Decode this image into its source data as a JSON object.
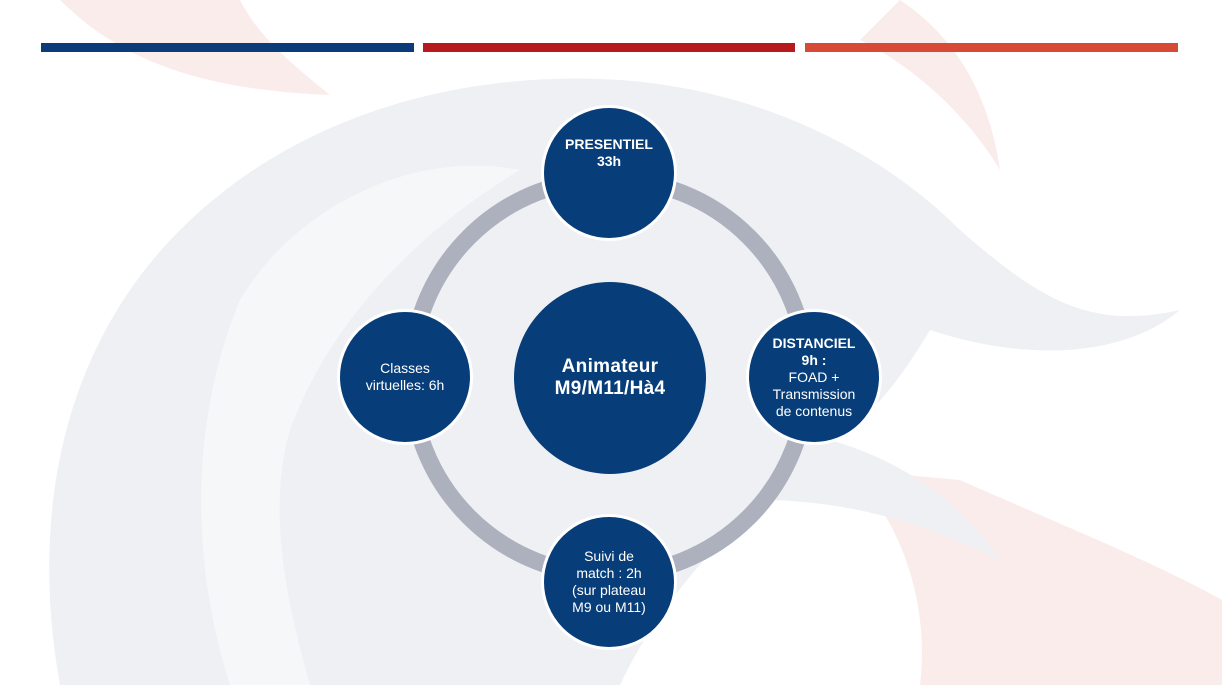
{
  "colors": {
    "node_fill": "#073d78",
    "ring": "#acb1bd",
    "bar_blue": "#0b3b78",
    "bar_red": "#b71a1c",
    "bar_orange": "#d64a36",
    "watermark_grey": "#eef0f4",
    "watermark_red": "#fbecec"
  },
  "header_bars": [
    "blue",
    "red",
    "orange"
  ],
  "diagram": {
    "center": {
      "lines": [
        "Animateur",
        "M9/M11/Hà4"
      ]
    },
    "top": {
      "lines": [
        "PRESENTIEL",
        "33h"
      ]
    },
    "right": {
      "lines": [
        "DISTANCIEL",
        "9h :",
        "FOAD +",
        "Transmission",
        "de contenus"
      ]
    },
    "bottom": {
      "lines": [
        "Suivi de",
        "match : 2h",
        "(sur plateau",
        "M9 ou M11)"
      ]
    },
    "left": {
      "lines": [
        "Classes",
        "virtuelles: 6h"
      ]
    }
  }
}
